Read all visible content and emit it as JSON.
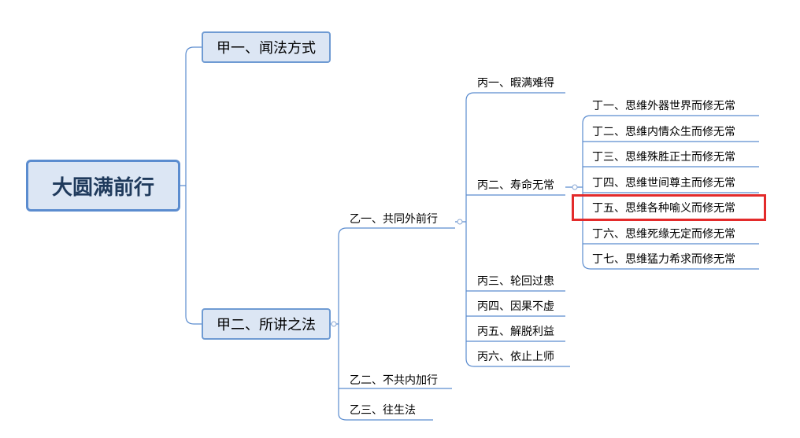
{
  "root": "大圆满前行",
  "level1": [
    "甲一、闻法方式",
    "甲二、所讲之法"
  ],
  "level2": [
    "乙一、共同外前行",
    "乙二、不共内加行",
    "乙三、往生法"
  ],
  "level3": [
    "丙一、暇满难得",
    "丙二、寿命无常",
    "丙三、轮回过患",
    "丙四、因果不虚",
    "丙五、解脱利益",
    "丙六、依止上师"
  ],
  "level4": [
    "丁一、思维外器世界而修无常",
    "丁二、思维内情众生而修无常",
    "丁三、思维殊胜正士而修无常",
    "丁四、思维世间尊主而修无常",
    "丁五、思维各种喻义而修无常",
    "丁六、思维死缘无定而修无常",
    "丁七、思维猛力希求而修无常"
  ],
  "highlighted_item": "丁五、思维各种喻义而修无常",
  "colors": {
    "line": "#5b8ccf",
    "box_fill": "#dce6f4",
    "highlight": "#e32b2b"
  }
}
